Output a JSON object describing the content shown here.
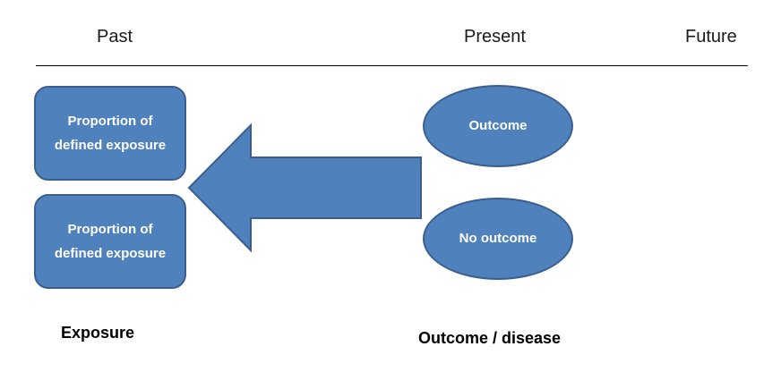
{
  "timeline": {
    "past": "Past",
    "present": "Present",
    "future": "Future"
  },
  "exposure_boxes": [
    "Proportion of defined exposure",
    "Proportion of defined exposure"
  ],
  "outcomes": {
    "outcome": "Outcome",
    "no_outcome": "No outcome"
  },
  "captions": {
    "exposure": "Exposure",
    "outcome_disease": "Outcome / disease"
  },
  "colors": {
    "shape_fill": "#4f81bd",
    "shape_border": "#3a5f8f",
    "shape_text": "#ffffff"
  }
}
